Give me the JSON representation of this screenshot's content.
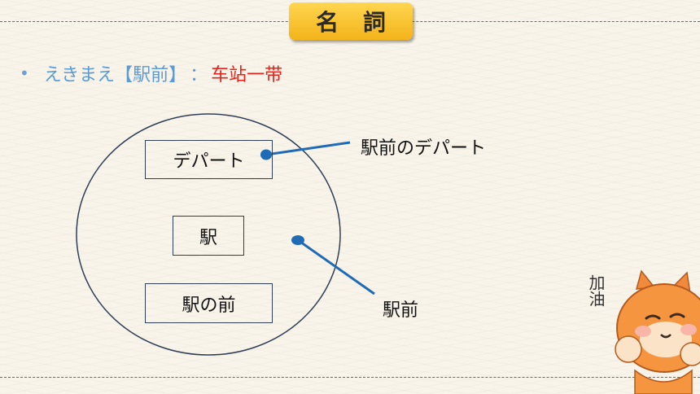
{
  "header": {
    "title": "名 詞"
  },
  "vocab": {
    "bullet": "•",
    "reading": "えきまえ【駅前】",
    "separator": "：",
    "meaning": "车站一带"
  },
  "diagram": {
    "boxes": [
      "デパート",
      "駅",
      "駅の前"
    ],
    "callouts": [
      "駅前のデパート",
      "駅前"
    ]
  },
  "mascot": {
    "text": "加油"
  },
  "colors": {
    "reading": "#5b9bd5",
    "meaning": "#e8221a",
    "badge": "#f5b91f",
    "pointer": "#1f6bb5"
  }
}
